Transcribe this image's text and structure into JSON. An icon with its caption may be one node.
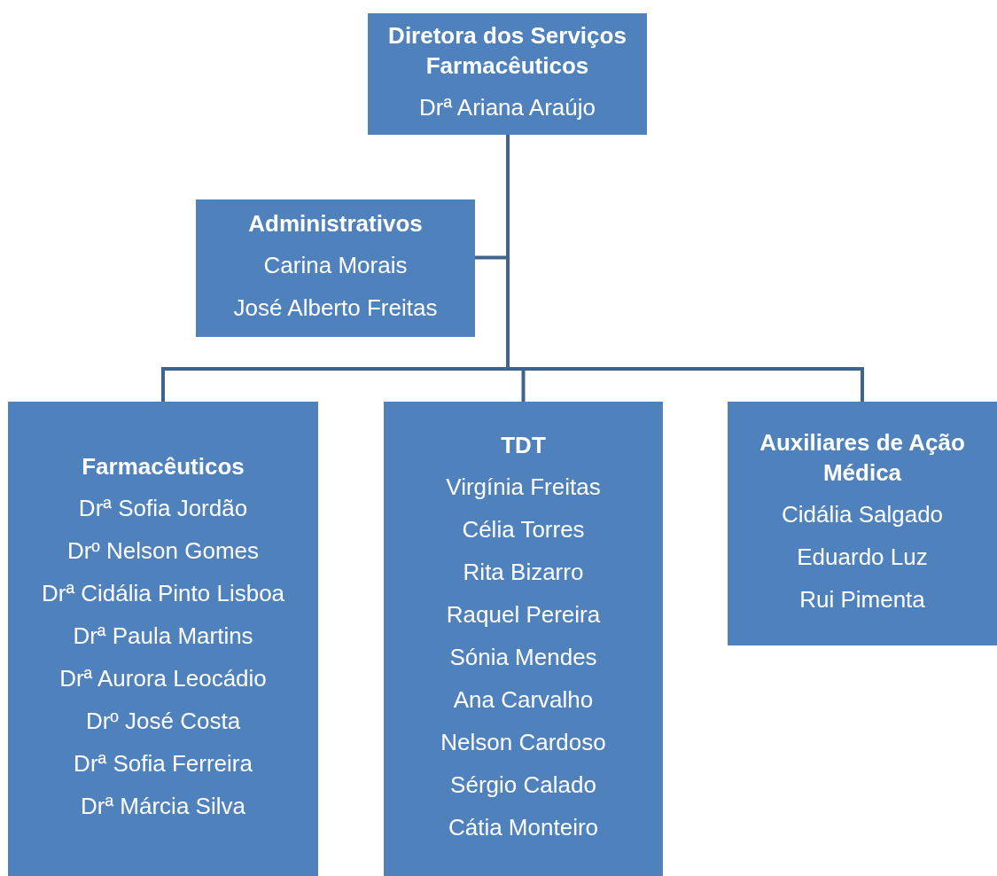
{
  "diagram": {
    "nodes": [
      {
        "text": [
          "Diretora dos Serviços Farmacêuticos",
          "Drª Ariana Araújo"
        ]
      },
      {
        "text": [
          "Administrativos",
          "Carina Morais",
          "José Alberto Freitas"
        ]
      },
      {
        "text": [
          "Farmacêuticos",
          "Drª Sofia Jordão",
          "Drº Nelson Gomes",
          "Drª Cidália Pinto Lisboa",
          "Drª Paula Martins",
          "Drª Aurora Leocádio",
          "Drº José Costa",
          "Drª Sofia Ferreira",
          "Drª Márcia Silva"
        ]
      },
      {
        "text": [
          "TDT",
          "Virgínia Freitas",
          "Célia Torres",
          "Rita Bizarro",
          "Raquel Pereira",
          "Sónia Mendes",
          "Ana Carvalho",
          "Nelson Cardoso",
          "Sérgio Calado",
          "Cátia Monteiro"
        ]
      },
      {
        "text": [
          "Auxiliares de Ação Médica",
          "Cidália Salgado",
          "Eduardo Luz",
          "Rui Pimenta"
        ]
      }
    ],
    "edges": [
      {
        "from": 0,
        "to": 1,
        "arrow": "none"
      },
      {
        "from": 0,
        "to": 2,
        "arrow": "none"
      },
      {
        "from": 0,
        "to": 3,
        "arrow": "none"
      },
      {
        "from": 0,
        "to": 4,
        "arrow": "none"
      }
    ]
  }
}
